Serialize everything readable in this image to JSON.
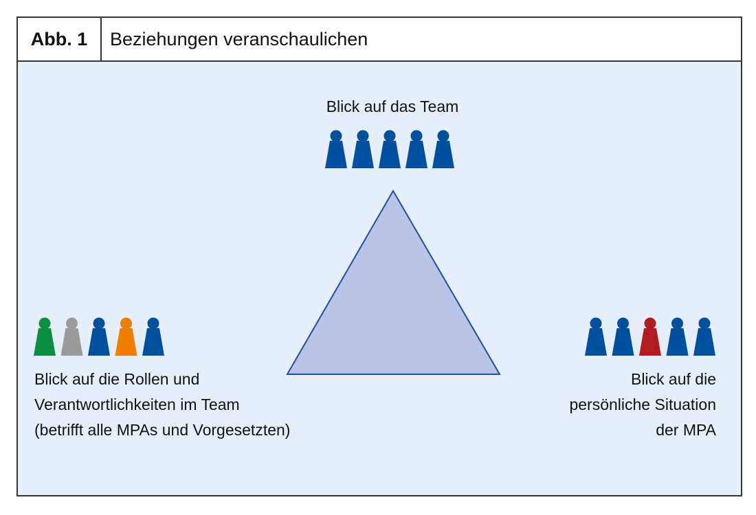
{
  "header": {
    "figure_label": "Abb. 1",
    "title": "Beziehungen veranschaulichen"
  },
  "top": {
    "label": "Blick auf das Team",
    "figures": [
      "#0050a0",
      "#0050a0",
      "#0050a0",
      "#0050a0",
      "#0050a0"
    ]
  },
  "left": {
    "lines": [
      "Blick auf die Rollen und",
      "Verantwortlichkeiten im Team",
      "(betrifft alle MPAs und Vorgesetzten)"
    ],
    "figures": [
      "#0a9040",
      "#9a9a9a",
      "#0050a0",
      "#ee7d00",
      "#0050a0"
    ]
  },
  "right": {
    "lines": [
      "Blick auf die",
      "persönliche Situation",
      "der MPA"
    ],
    "figures": [
      "#0050a0",
      "#0050a0",
      "#b01c20",
      "#0050a0",
      "#0050a0"
    ]
  },
  "colors": {
    "triangle_fill": "#b9c4e6",
    "triangle_stroke": "#1a4fa0",
    "panel_bg": "#e6eff9"
  }
}
